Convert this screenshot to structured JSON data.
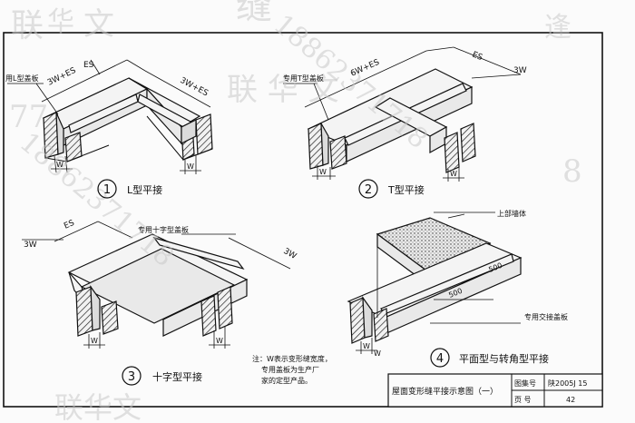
{
  "watermark": {
    "texts": [
      "联",
      "华",
      "文",
      "缝",
      "18862371718",
      "逢",
      "联 华 文",
      "77",
      "18862371718",
      "联华文",
      "8"
    ]
  },
  "labels": {
    "l_cover": "用L型盖板",
    "dim_3w_es_a": "3W+ES",
    "dim_es_a": "ES",
    "dim_3w_es_b": "3W+ES",
    "w_a1": "W",
    "w_a2": "W",
    "t_cover": "专用T型盖板",
    "dim_6w_es": "6W+ES",
    "dim_es_b": "ES",
    "dim_3w_a": "3W",
    "w_b1": "W",
    "w_b2": "W",
    "cross_cover": "专用十字型盖板",
    "dim_es_c": "ES",
    "dim_3w_b": "3W",
    "dim_3w_c": "3W",
    "w_c1": "W",
    "w_c2": "W",
    "upper_wall": "上部墙体",
    "dim_500_a": "500",
    "dim_500_b": "500",
    "splice_cover": "专用交接盖板",
    "w_d1": "W",
    "w_d2": "W"
  },
  "captions": {
    "c1_num": "1",
    "c1_text": "L型平接",
    "c2_num": "2",
    "c2_text": "T型平接",
    "c3_num": "3",
    "c3_text": "十字型平接",
    "c4_num": "4",
    "c4_text": "平面型与转角型平接"
  },
  "note": {
    "line1": "注：W表示变形缝宽度，",
    "line2": "专用盖板为生产厂",
    "line3": "家的定型产品。"
  },
  "title_block": {
    "title": "屋面变形缝平接示意图（一）",
    "atlas_label": "图集号",
    "atlas_value": "陕2005J 15",
    "page_label": "页  号",
    "page_value": "42"
  }
}
